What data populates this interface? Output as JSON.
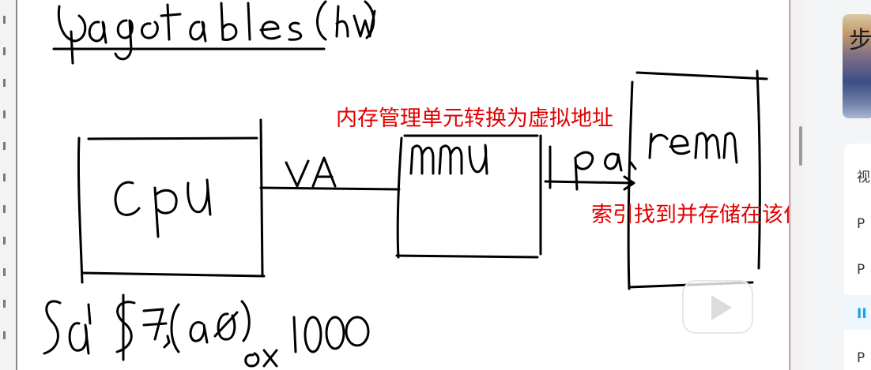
{
  "canvas": {
    "ink_color": "#000000",
    "handwriting": [
      {
        "id": "title",
        "text": "pagetables (hw)"
      },
      {
        "id": "cpu",
        "text": "cpu"
      },
      {
        "id": "va",
        "text": "VA"
      },
      {
        "id": "mmu",
        "text": "mmu"
      },
      {
        "id": "pa",
        "text": "pa"
      },
      {
        "id": "mem",
        "text": "mem"
      },
      {
        "id": "instruction",
        "text": "sd $t7,(a0)"
      },
      {
        "id": "address",
        "text": "0x1000"
      }
    ]
  },
  "annotations": {
    "color": "#e00000",
    "mmu_note": "内存管理单元转换为虚拟地址",
    "mem_note": "索引找到并存储在该位置"
  },
  "player": {
    "play_icon": "play-icon"
  },
  "sidebar": {
    "thumbnail_glyph": "步",
    "panel_title": "视",
    "rows": [
      {
        "label": "P",
        "active": false
      },
      {
        "label": "P",
        "active": false
      },
      {
        "label": "II",
        "active": true
      },
      {
        "label": "P",
        "active": false
      }
    ]
  }
}
